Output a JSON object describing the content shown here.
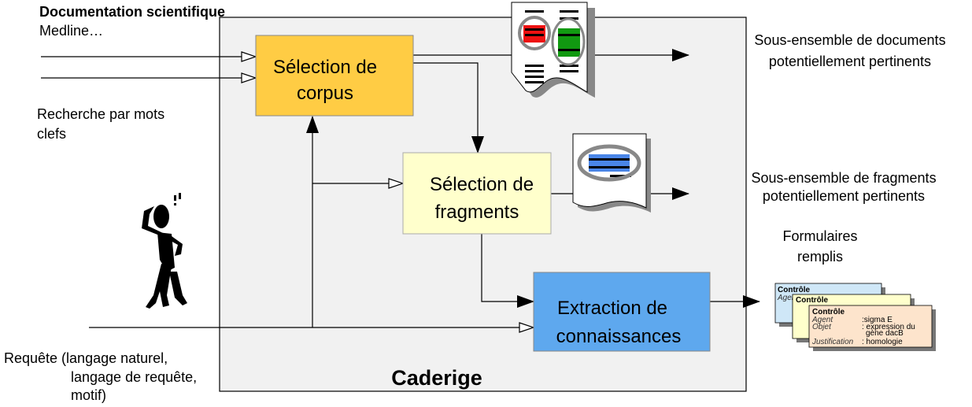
{
  "system": {
    "name": "Caderige"
  },
  "inputs": {
    "source_title": "Documentation scientifique",
    "source_sub": "Medline…",
    "keywords": [
      "Recherche par mots",
      "clefs"
    ],
    "query": [
      "Requête (langage naturel,",
      "langage de requête,",
      "motif)"
    ]
  },
  "boxes": {
    "corpus": [
      "Sélection de",
      "corpus"
    ],
    "fragments": [
      "Sélection de",
      "fragments"
    ],
    "extraction": [
      "Extraction de",
      "connaissances"
    ]
  },
  "outputs": {
    "documents": [
      "Sous-ensemble de documents",
      "potentiellement pertinents"
    ],
    "fragments": [
      "Sous-ensemble de fragments",
      "potentiellement pertinents"
    ],
    "forms": [
      "Formulaires",
      "remplis"
    ]
  },
  "form_card": {
    "title": "Contrôle",
    "agent_label": "Agent",
    "agent_value": ":sigma E",
    "object_label": "Objet",
    "object_value": [
      ": expression du",
      "gène dacB"
    ],
    "justification_label": "Justification",
    "justification_value": ": homologie"
  },
  "colors": {
    "corpus": "#ffcc44",
    "fragments": "#ffffcc",
    "extraction": "#5ea8ee",
    "system_bg": "#f1f1f1",
    "highlight_red": "#ee1111",
    "highlight_green": "#119911",
    "highlight_blue": "#4a86e8"
  }
}
